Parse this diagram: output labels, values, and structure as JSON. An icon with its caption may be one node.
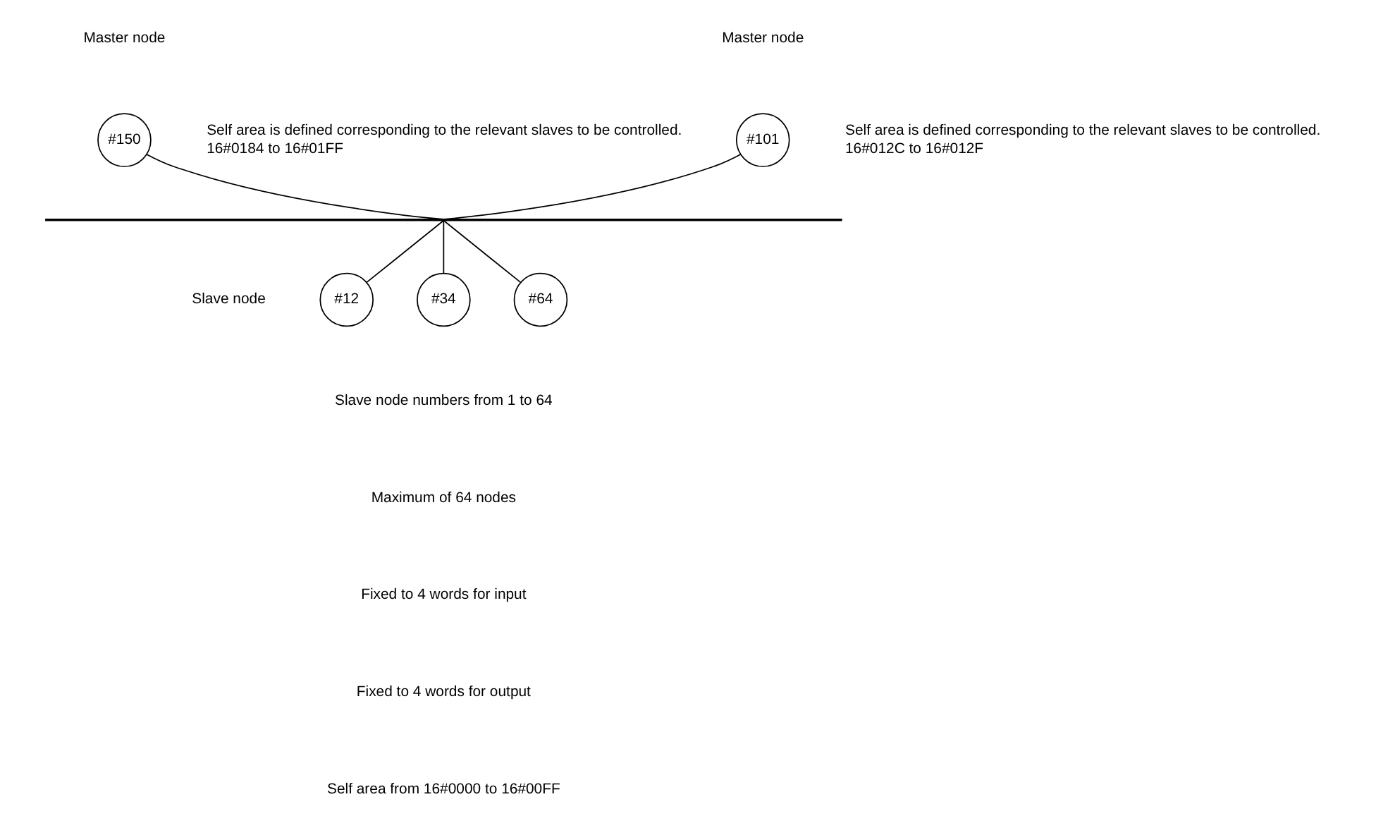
{
  "diagram": {
    "nodes": [
      {
        "text": [
          "#101"
        ],
        "beside": [
          "Self area is defined corresponding to the relevant slaves to be controlled.",
          "16#012C to 16#012F"
        ]
      },
      {
        "text": [
          "#150"
        ],
        "beside": [
          "Self area is defined corresponding to the relevant slaves to be controlled.",
          "16#0184 to 16#01FF"
        ]
      },
      {
        "text": [],
        "shape": "bar"
      },
      {
        "text": [
          "#12"
        ]
      },
      {
        "text": [
          "#34"
        ]
      },
      {
        "text": [
          "#64"
        ]
      }
    ],
    "edges": [
      {
        "from": 0,
        "to": 2,
        "arrow": "none"
      },
      {
        "from": 1,
        "to": 2,
        "arrow": "none"
      },
      {
        "from": 3,
        "to": 2,
        "arrow": "none"
      },
      {
        "from": 4,
        "to": 2,
        "arrow": "none"
      },
      {
        "from": 5,
        "to": 2,
        "arrow": "none"
      }
    ],
    "labels": [
      "Master node",
      "Master node",
      "Slave node",
      "Slave node numbers from 1 to 64",
      "Maximum of 64 nodes",
      "Fixed to 4 words for input",
      "Fixed to 4 words for output",
      "Self area from 16#0000 to 16#00FF"
    ]
  }
}
